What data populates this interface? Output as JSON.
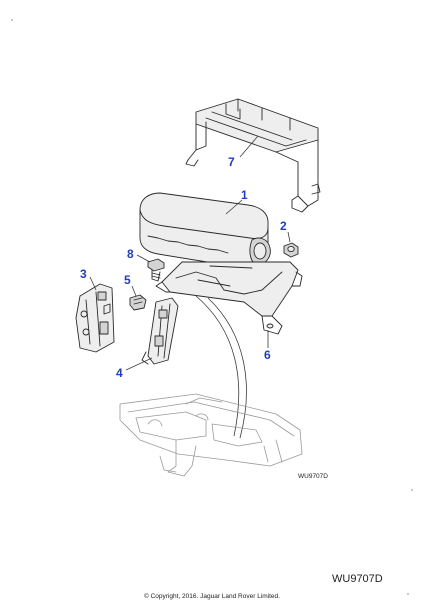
{
  "diagram": {
    "callouts": [
      {
        "id": "c1",
        "label": "1"
      },
      {
        "id": "c2",
        "label": "2"
      },
      {
        "id": "c3",
        "label": "3"
      },
      {
        "id": "c4",
        "label": "4"
      },
      {
        "id": "c5",
        "label": "5"
      },
      {
        "id": "c6",
        "label": "6"
      },
      {
        "id": "c7",
        "label": "7"
      },
      {
        "id": "c8",
        "label": "8"
      }
    ],
    "inset_code": "WU9707D"
  },
  "footer": {
    "reference_code": "WU9707D",
    "copyright": "© Copyright, 2016. Jaguar Land Rover Limited."
  },
  "colors": {
    "callout": "#1f3fbf",
    "line": "#2a2a2a"
  }
}
